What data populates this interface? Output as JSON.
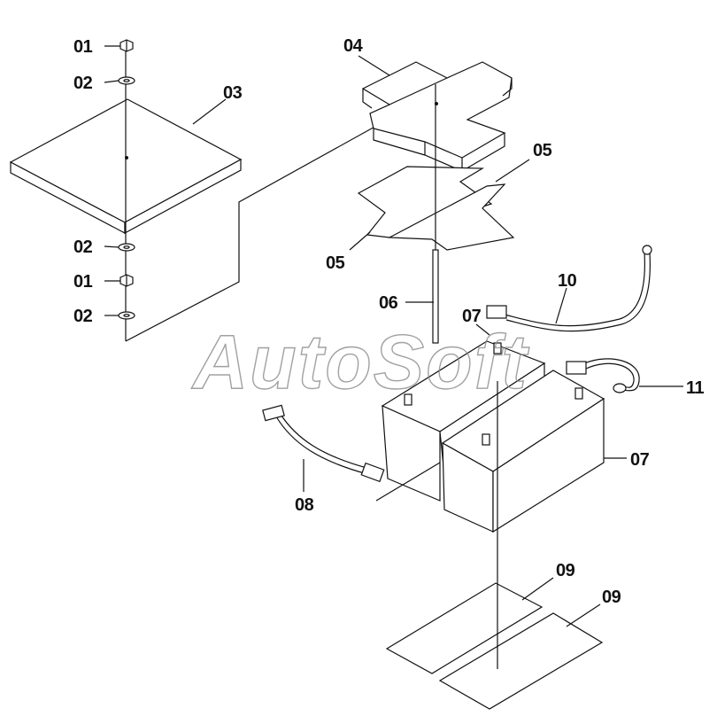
{
  "watermark": {
    "text": "AutoSoft"
  },
  "labels": {
    "l01a": "01",
    "l02a": "02",
    "l03": "03",
    "l02b": "02",
    "l01b": "01",
    "l02c": "02",
    "l04": "04",
    "l05a": "05",
    "l05b": "05",
    "l06": "06",
    "l07a": "07",
    "l07b": "07",
    "l08": "08",
    "l09a": "09",
    "l09b": "09",
    "l10": "10",
    "l11": "11"
  },
  "colors": {
    "line": "#111111",
    "background": "#ffffff",
    "watermark": "#8a8a8a"
  }
}
